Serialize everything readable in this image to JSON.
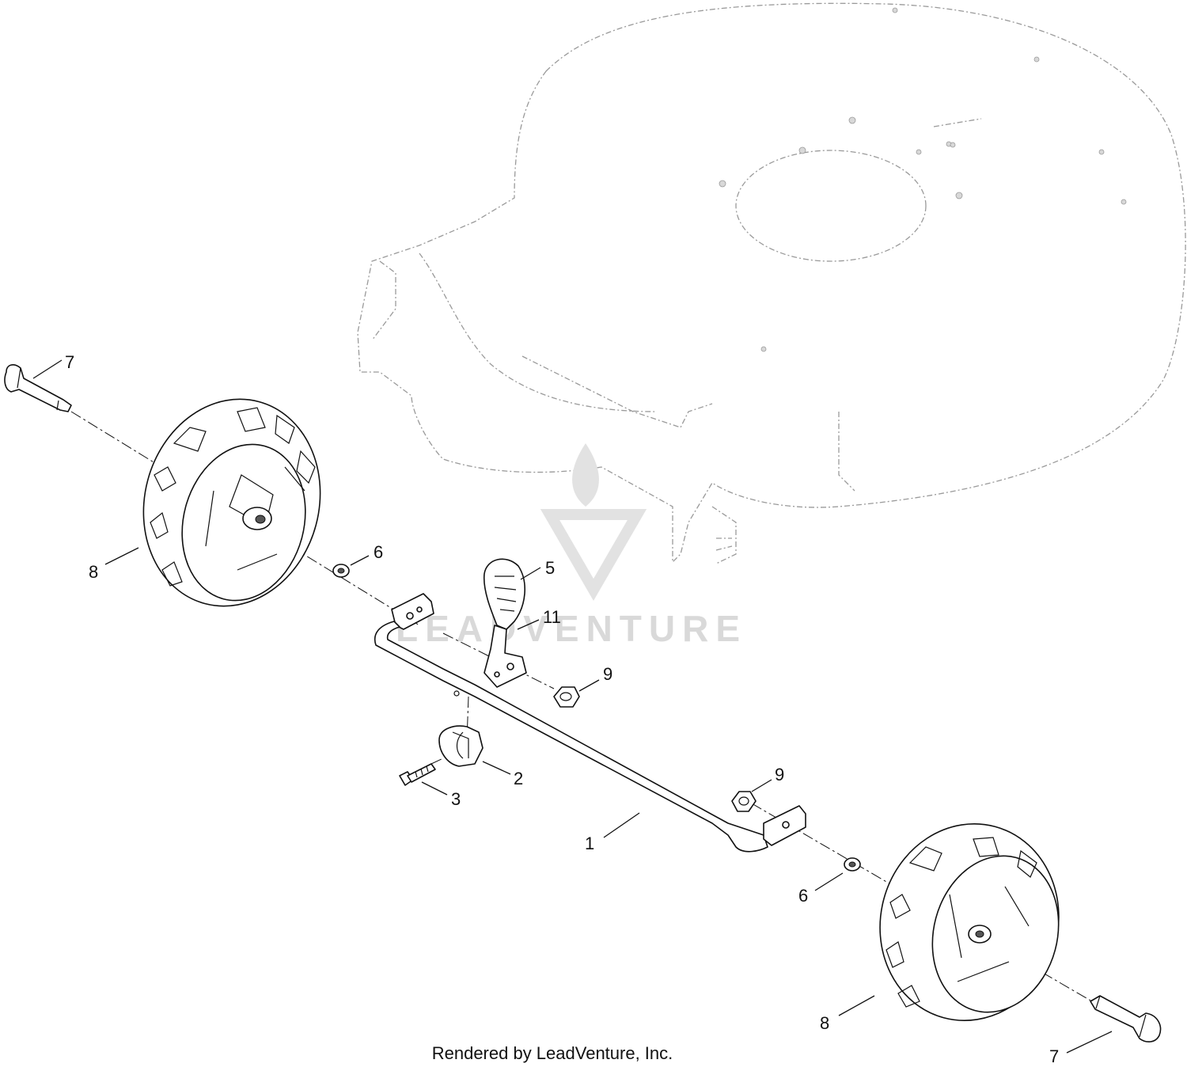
{
  "diagram": {
    "callouts": [
      {
        "id": "c-7-top",
        "label": "7"
      },
      {
        "id": "c-8-left",
        "label": "8"
      },
      {
        "id": "c-6-left",
        "label": "6"
      },
      {
        "id": "c-5",
        "label": "5"
      },
      {
        "id": "c-11",
        "label": "11"
      },
      {
        "id": "c-9-upper",
        "label": "9"
      },
      {
        "id": "c-2",
        "label": "2"
      },
      {
        "id": "c-3",
        "label": "3"
      },
      {
        "id": "c-9-lower",
        "label": "9"
      },
      {
        "id": "c-1",
        "label": "1"
      },
      {
        "id": "c-6-right",
        "label": "6"
      },
      {
        "id": "c-8-right",
        "label": "8"
      },
      {
        "id": "c-7-bottom",
        "label": "7"
      }
    ]
  },
  "watermark": {
    "text": "LEADVENTURE"
  },
  "footer": {
    "text": "Rendered by LeadVenture, Inc."
  },
  "colors": {
    "line": "#111111",
    "ghost": "#9a9a9a",
    "watermark": "#d9d9d9"
  }
}
